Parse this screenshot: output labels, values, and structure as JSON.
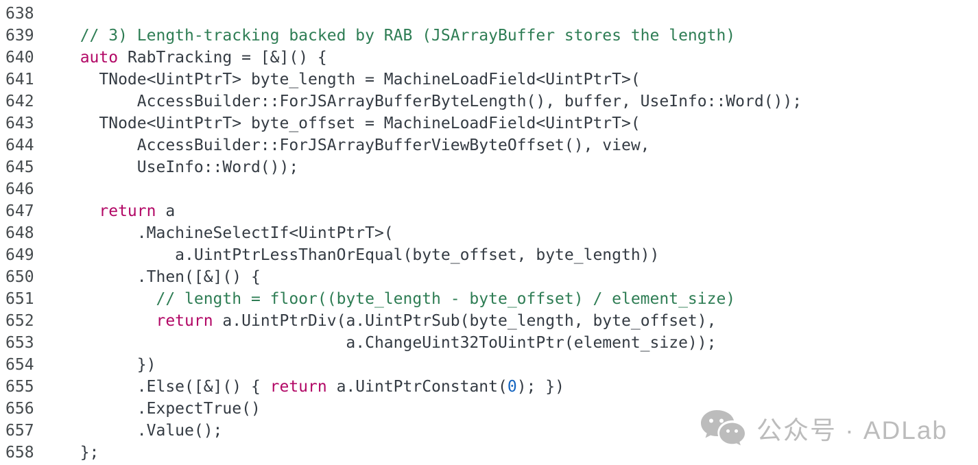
{
  "colors": {
    "background": "#ffffff",
    "plain": "#343b43",
    "comment": "#2e7d54",
    "keyword": "#b20866",
    "number": "#1565c0",
    "line_number": "#454a4d",
    "watermark": "#bcbcbc"
  },
  "watermark": {
    "icon": "wechat-icon",
    "text": "公众号 · ADLab"
  },
  "editor": {
    "lines": [
      {
        "number": "638",
        "segments": []
      },
      {
        "number": "639",
        "segments": [
          {
            "c": "comment",
            "t": "  // 3) Length-tracking backed by RAB (JSArrayBuffer stores the length)"
          }
        ]
      },
      {
        "number": "640",
        "segments": [
          {
            "c": "plain",
            "t": "  "
          },
          {
            "c": "keyword",
            "t": "auto"
          },
          {
            "c": "plain",
            "t": " RabTracking = [&]() {"
          }
        ]
      },
      {
        "number": "641",
        "segments": [
          {
            "c": "plain",
            "t": "    TNode<UintPtrT> byte_length = MachineLoadField<UintPtrT>("
          }
        ]
      },
      {
        "number": "642",
        "segments": [
          {
            "c": "plain",
            "t": "        AccessBuilder::ForJSArrayBufferByteLength(), buffer, UseInfo::Word());"
          }
        ]
      },
      {
        "number": "643",
        "segments": [
          {
            "c": "plain",
            "t": "    TNode<UintPtrT> byte_offset = MachineLoadField<UintPtrT>("
          }
        ]
      },
      {
        "number": "644",
        "segments": [
          {
            "c": "plain",
            "t": "        AccessBuilder::ForJSArrayBufferViewByteOffset(), view,"
          }
        ]
      },
      {
        "number": "645",
        "segments": [
          {
            "c": "plain",
            "t": "        UseInfo::Word());"
          }
        ]
      },
      {
        "number": "646",
        "segments": []
      },
      {
        "number": "647",
        "segments": [
          {
            "c": "plain",
            "t": "    "
          },
          {
            "c": "keyword",
            "t": "return"
          },
          {
            "c": "plain",
            "t": " a"
          }
        ]
      },
      {
        "number": "648",
        "segments": [
          {
            "c": "plain",
            "t": "        .MachineSelectIf<UintPtrT>("
          }
        ]
      },
      {
        "number": "649",
        "segments": [
          {
            "c": "plain",
            "t": "            a.UintPtrLessThanOrEqual(byte_offset, byte_length))"
          }
        ]
      },
      {
        "number": "650",
        "segments": [
          {
            "c": "plain",
            "t": "        .Then([&]() {"
          }
        ]
      },
      {
        "number": "651",
        "segments": [
          {
            "c": "comment",
            "t": "          // length = floor((byte_length - byte_offset) / element_size)"
          }
        ]
      },
      {
        "number": "652",
        "segments": [
          {
            "c": "plain",
            "t": "          "
          },
          {
            "c": "keyword",
            "t": "return"
          },
          {
            "c": "plain",
            "t": " a.UintPtrDiv(a.UintPtrSub(byte_length, byte_offset),"
          }
        ]
      },
      {
        "number": "653",
        "segments": [
          {
            "c": "plain",
            "t": "                              a.ChangeUint32ToUintPtr(element_size));"
          }
        ]
      },
      {
        "number": "654",
        "segments": [
          {
            "c": "plain",
            "t": "        })"
          }
        ]
      },
      {
        "number": "655",
        "segments": [
          {
            "c": "plain",
            "t": "        .Else([&]() { "
          },
          {
            "c": "keyword",
            "t": "return"
          },
          {
            "c": "plain",
            "t": " a.UintPtrConstant("
          },
          {
            "c": "number",
            "t": "0"
          },
          {
            "c": "plain",
            "t": "); })"
          }
        ]
      },
      {
        "number": "656",
        "segments": [
          {
            "c": "plain",
            "t": "        .ExpectTrue()"
          }
        ]
      },
      {
        "number": "657",
        "segments": [
          {
            "c": "plain",
            "t": "        .Value();"
          }
        ]
      },
      {
        "number": "658",
        "segments": [
          {
            "c": "plain",
            "t": "  };"
          }
        ]
      }
    ]
  }
}
